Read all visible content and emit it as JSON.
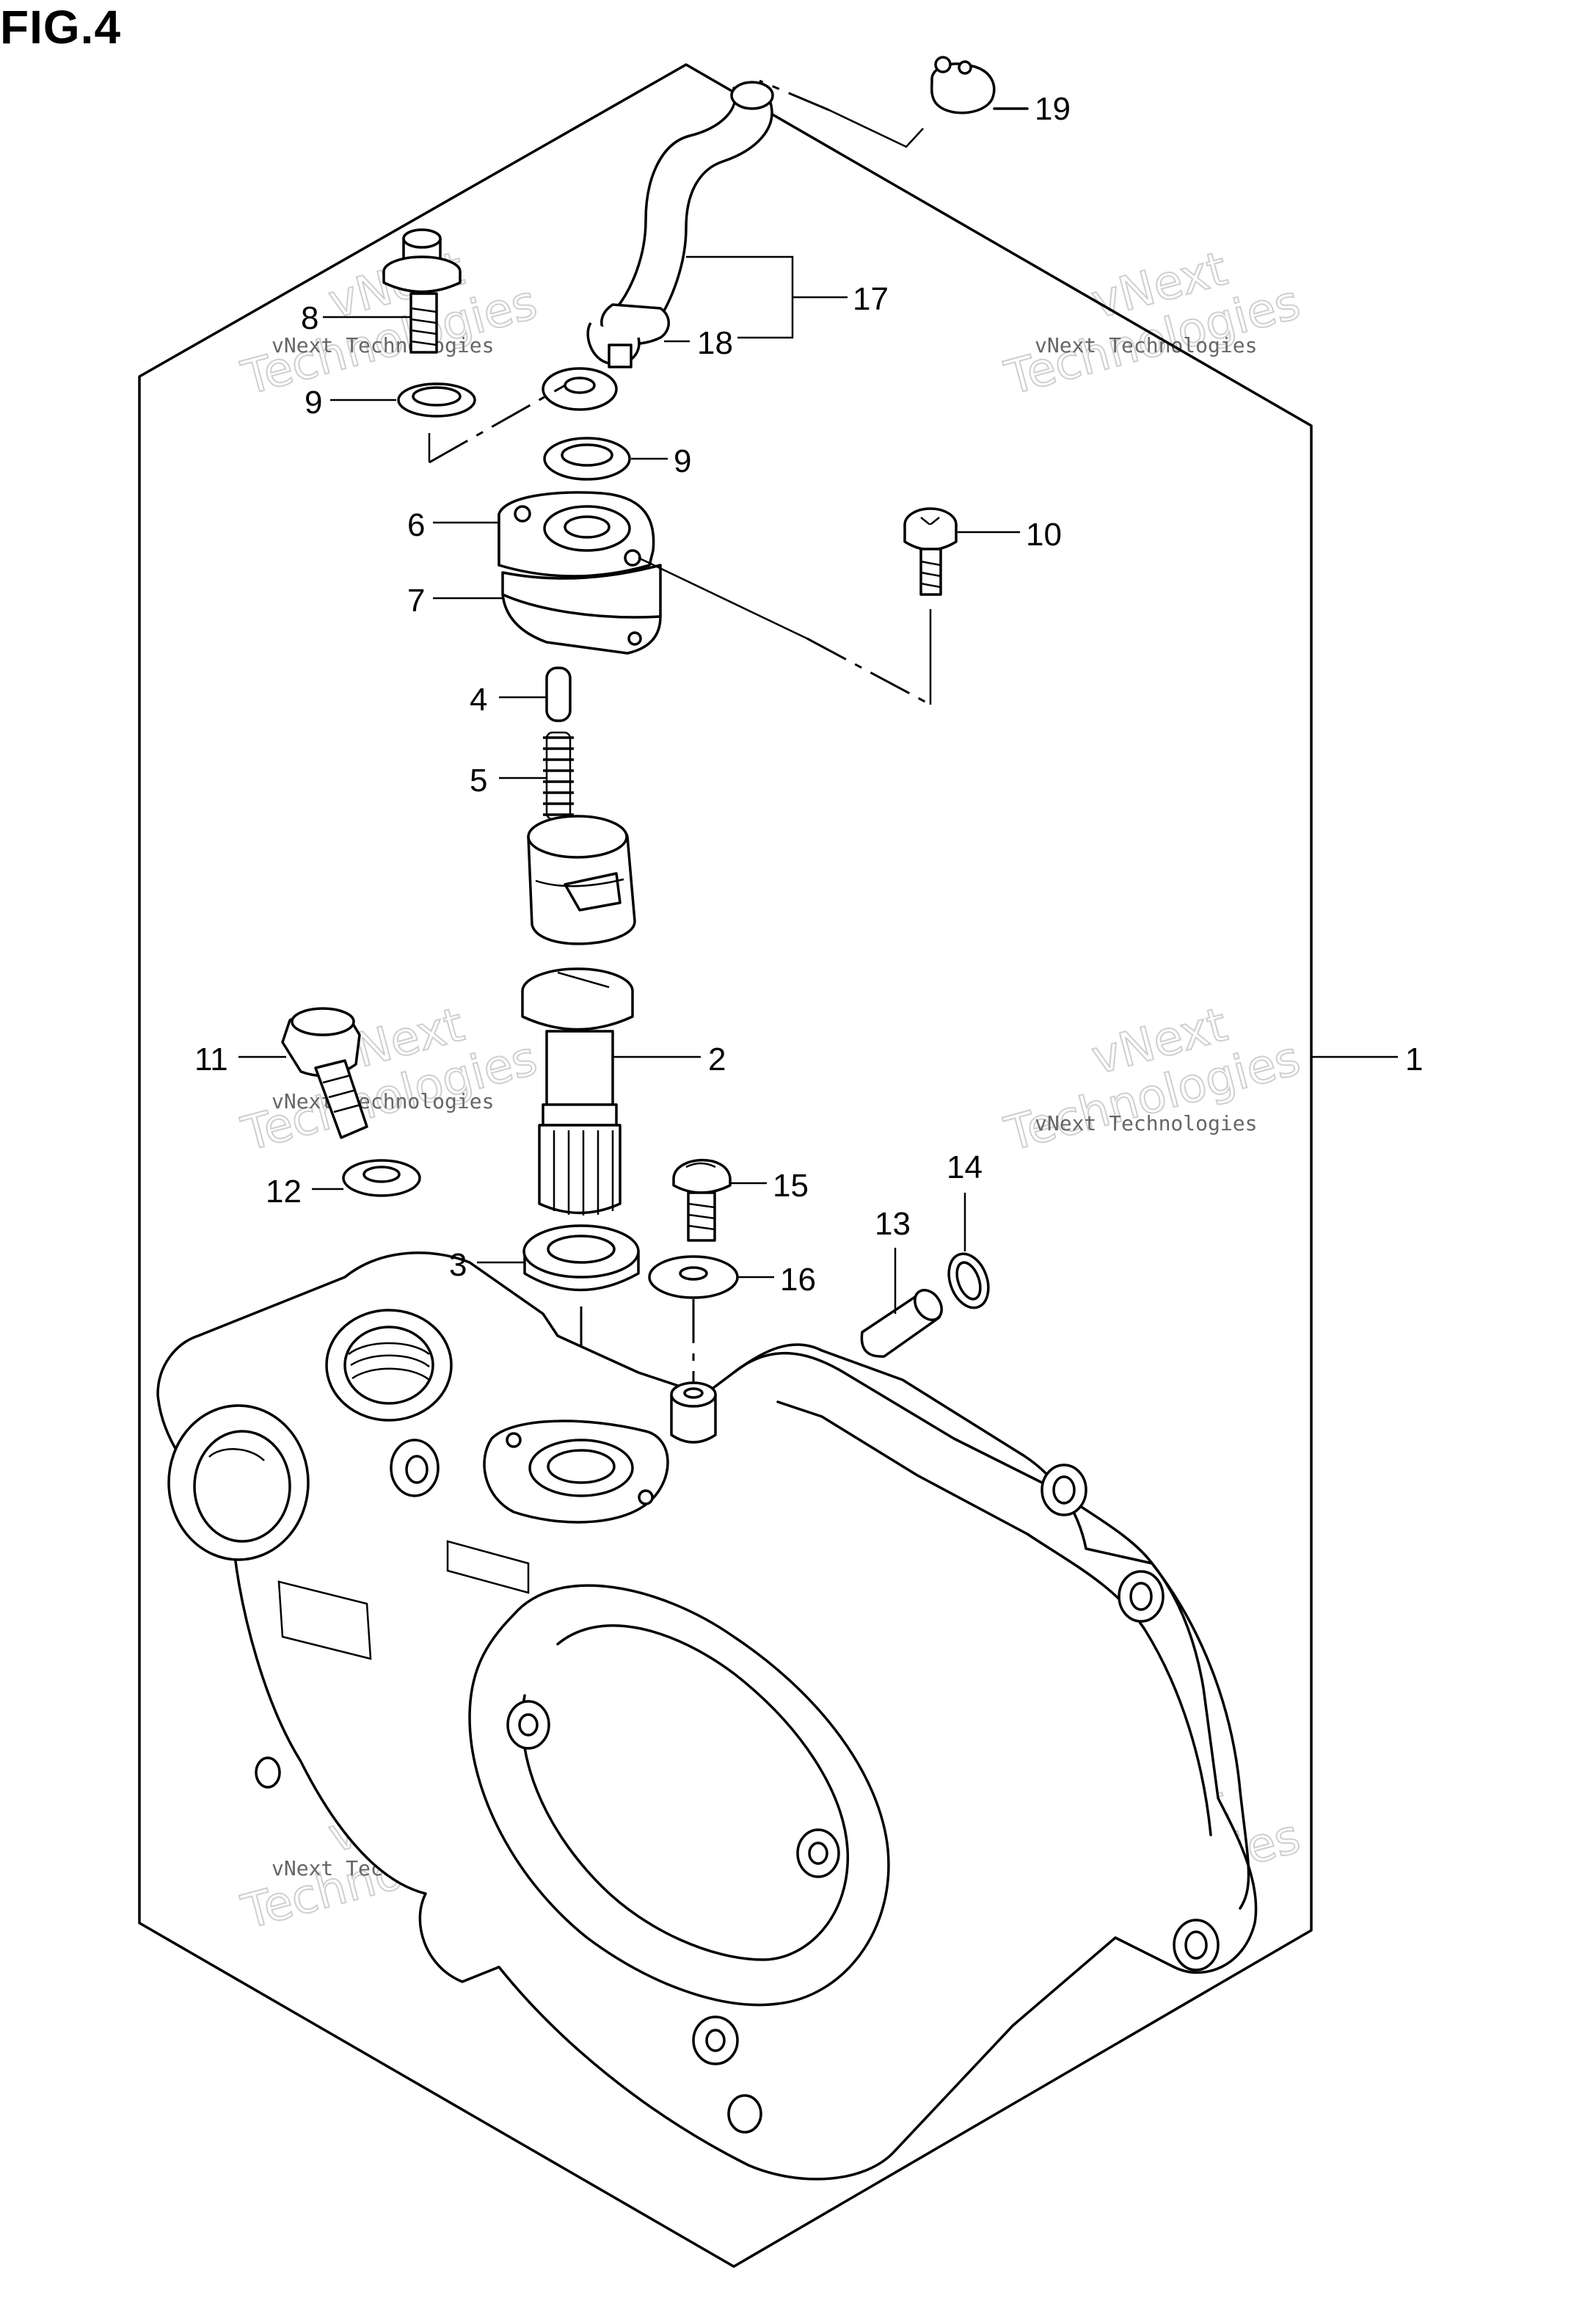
{
  "figure": {
    "title": "FIG.4"
  },
  "callouts": [
    {
      "id": "c19",
      "label": "19"
    },
    {
      "id": "c17",
      "label": "17"
    },
    {
      "id": "c18",
      "label": "18"
    },
    {
      "id": "c8",
      "label": "8"
    },
    {
      "id": "c9a",
      "label": "9"
    },
    {
      "id": "c9b",
      "label": "9"
    },
    {
      "id": "c6",
      "label": "6"
    },
    {
      "id": "c7",
      "label": "7"
    },
    {
      "id": "c10",
      "label": "10"
    },
    {
      "id": "c4",
      "label": "4"
    },
    {
      "id": "c5",
      "label": "5"
    },
    {
      "id": "c11",
      "label": "11"
    },
    {
      "id": "c2",
      "label": "2"
    },
    {
      "id": "c1",
      "label": "1"
    },
    {
      "id": "c12",
      "label": "12"
    },
    {
      "id": "c15",
      "label": "15"
    },
    {
      "id": "c14",
      "label": "14"
    },
    {
      "id": "c13",
      "label": "13"
    },
    {
      "id": "c3",
      "label": "3"
    },
    {
      "id": "c16",
      "label": "16"
    }
  ],
  "watermark": {
    "line1": "vNext Technologies",
    "line2": "vNext",
    "line3": "Technologies"
  }
}
